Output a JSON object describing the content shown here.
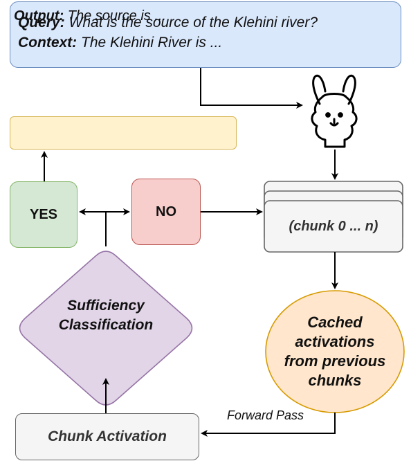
{
  "query": {
    "query_label": "Query:",
    "query_text": "What is the source of the Klehini river?",
    "context_label": "Context:",
    "context_text": "The Klehini River is ..."
  },
  "output": {
    "label": "Output:",
    "text": "The source is ..."
  },
  "decision": {
    "yes": "YES",
    "no": "NO"
  },
  "chunks": {
    "label": "(chunk 0 ... n)"
  },
  "cache": {
    "lines": [
      "Cached",
      "activations",
      "from previous",
      "chunks"
    ]
  },
  "classifier": {
    "lines": [
      "Sufficiency",
      "Classification"
    ]
  },
  "activation": {
    "label": "Chunk Activation"
  },
  "edges": {
    "forward_pass": "Forward Pass"
  },
  "model": {
    "icon": "llama-icon"
  },
  "colors": {
    "query_fill": "#dae8fc",
    "query_stroke": "#6c8ebf",
    "output_fill": "#fff2cc",
    "output_stroke": "#d6b656",
    "yes_fill": "#d5e8d4",
    "yes_stroke": "#82b366",
    "no_fill": "#f8cecc",
    "no_stroke": "#b85450",
    "chunk_fill": "#f5f5f5",
    "chunk_stroke": "#666666",
    "cache_fill": "#ffe6cc",
    "cache_stroke": "#d79b00",
    "classifier_fill": "#e1d5e7",
    "classifier_stroke": "#9673a6"
  }
}
